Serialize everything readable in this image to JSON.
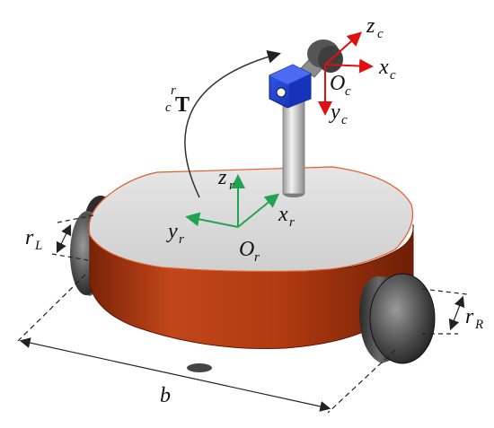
{
  "colors": {
    "base_side": "#b33a12",
    "base_top": "#dcdcdc",
    "robot_axes": "#22a352",
    "camera_axes": "#e01010",
    "camera_body": "#1a3fd0",
    "wheel": "#3a3a3a"
  },
  "labels": {
    "transform_sup": "r",
    "transform_sub": "c",
    "transform_T": "T",
    "robot_z": "z",
    "robot_z_sub": "r",
    "robot_x": "x",
    "robot_x_sub": "r",
    "robot_y": "y",
    "robot_y_sub": "r",
    "robot_origin": "O",
    "robot_origin_sub": "r",
    "cam_z": "z",
    "cam_z_sub": "c",
    "cam_x": "x",
    "cam_x_sub": "c",
    "cam_y": "y",
    "cam_y_sub": "c",
    "cam_origin": "O",
    "cam_origin_sub": "c",
    "left_radius": "r",
    "left_radius_sub": "L",
    "right_radius": "r",
    "right_radius_sub": "R",
    "wheelbase": "b"
  }
}
